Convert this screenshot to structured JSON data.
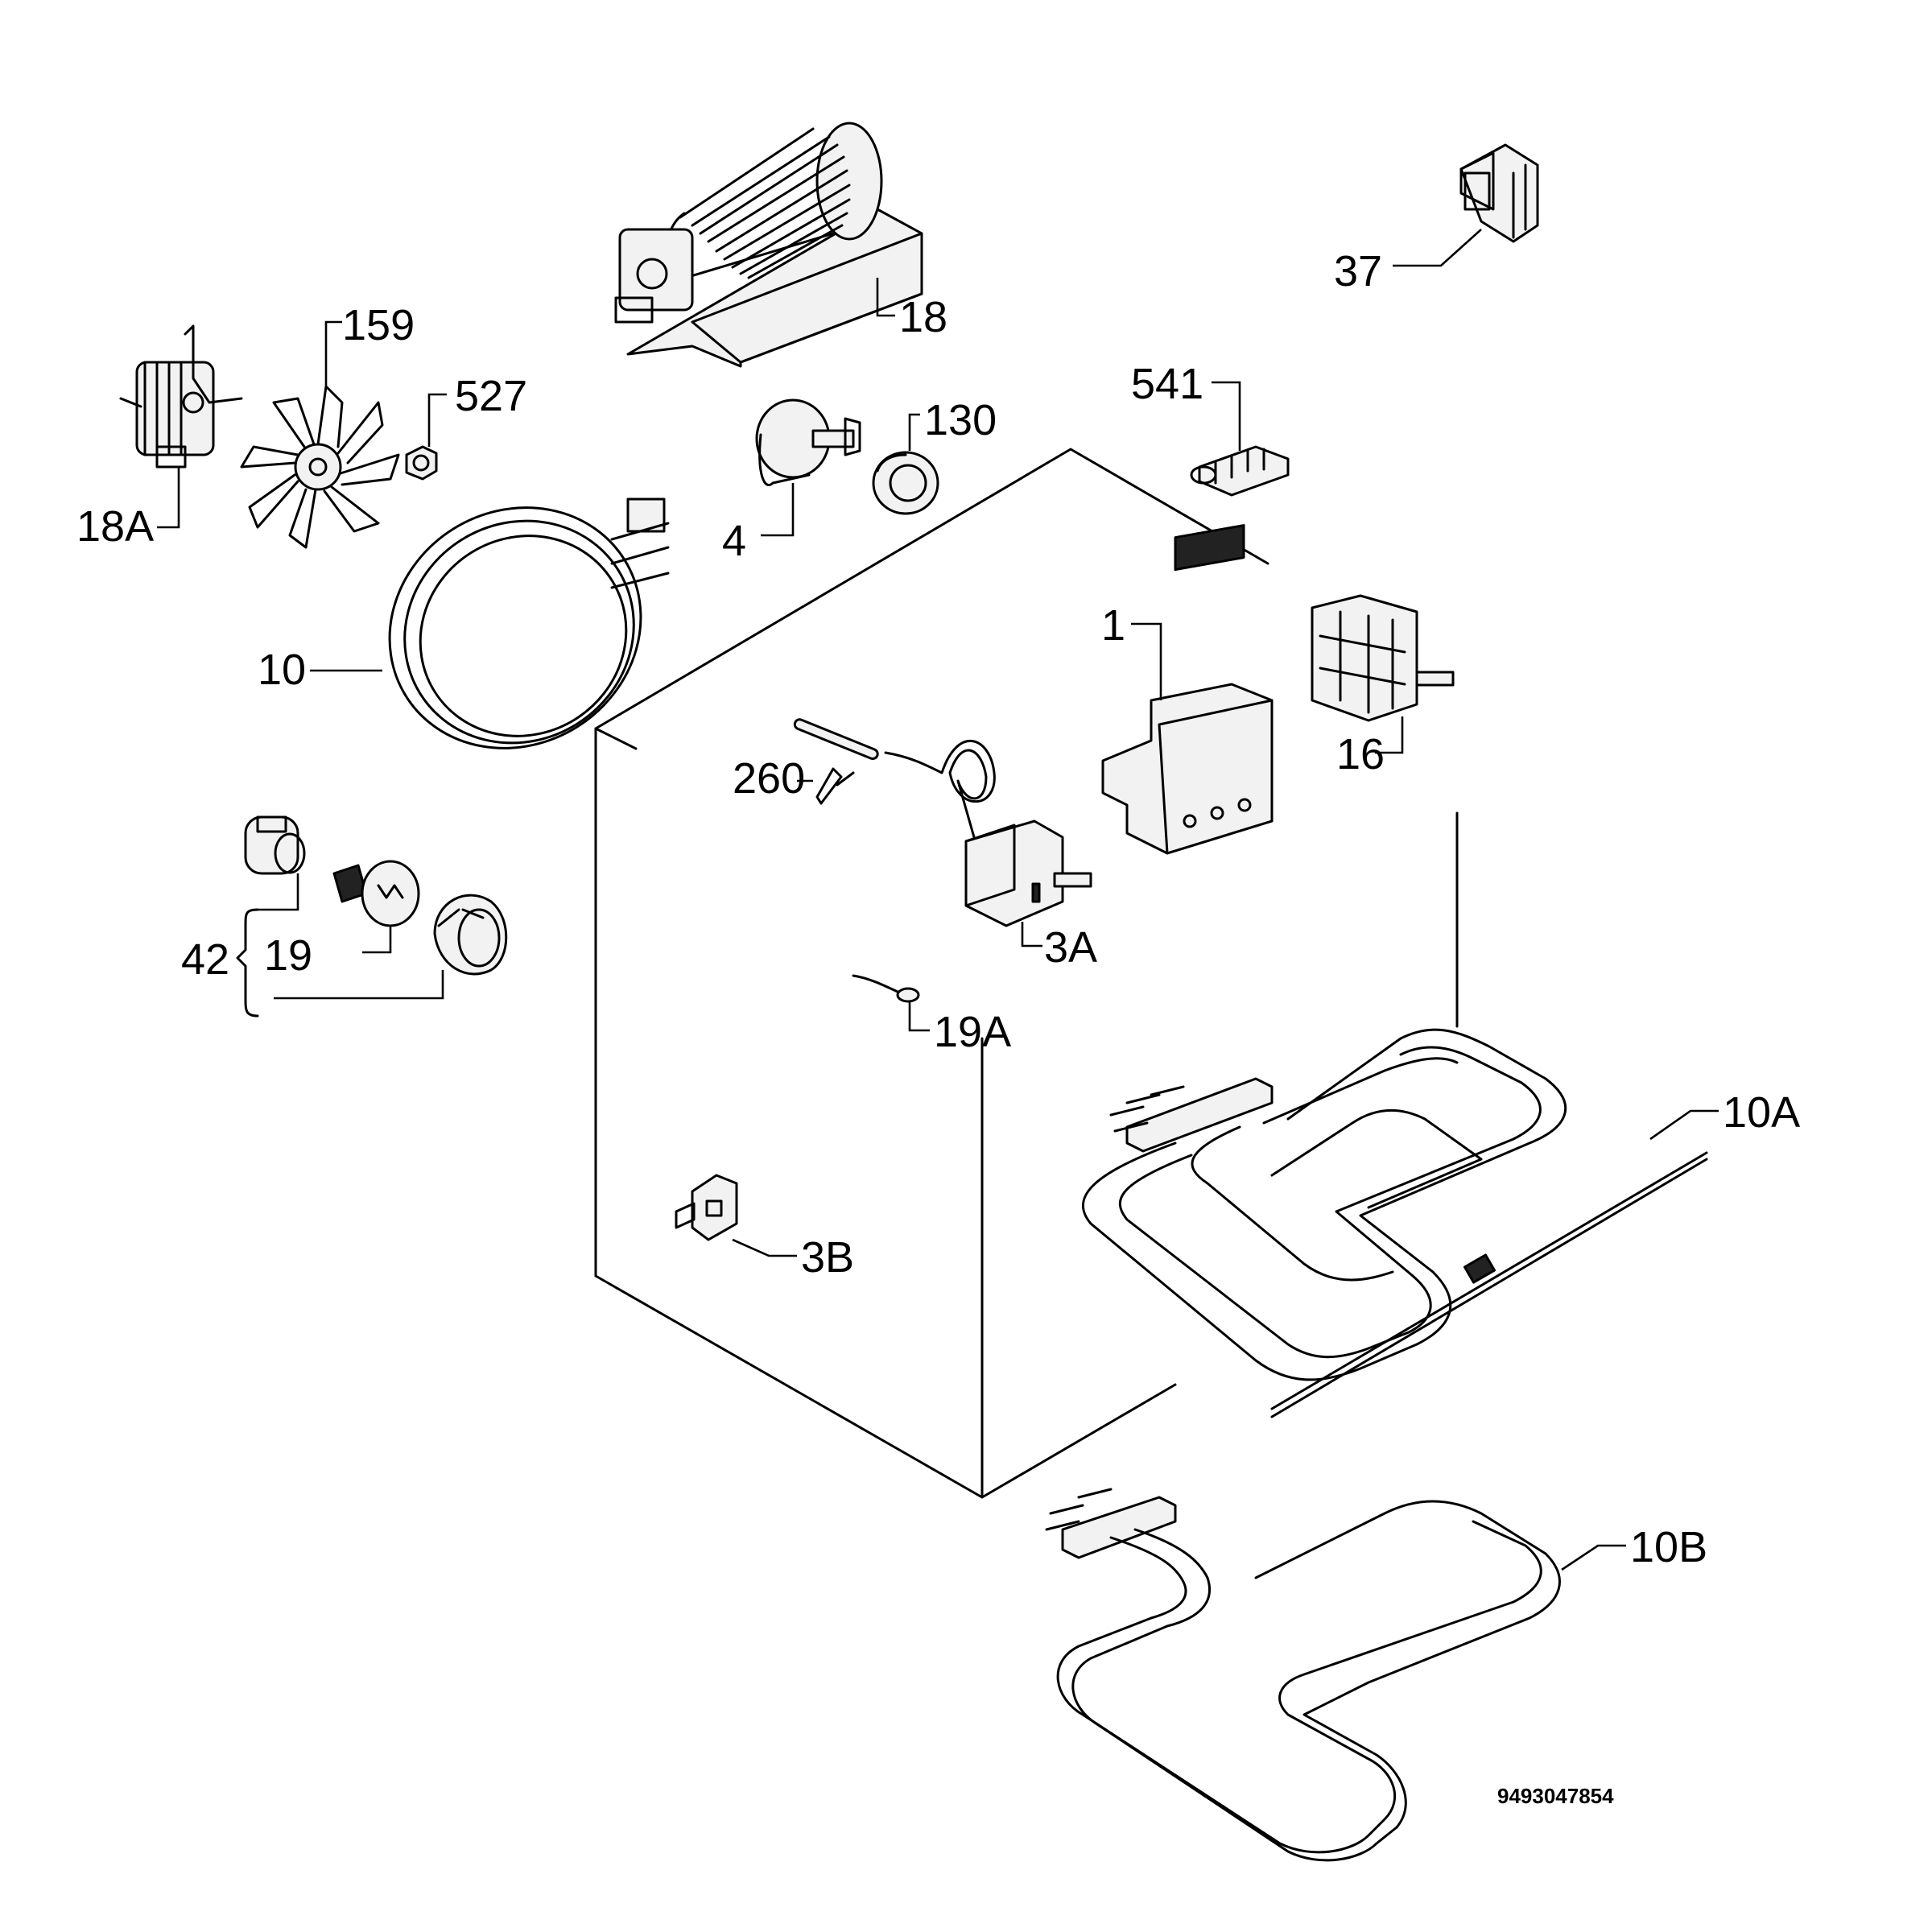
{
  "labels": {
    "l18": "18",
    "l37": "37",
    "l159": "159",
    "l527": "527",
    "l18a": "18A",
    "l130": "130",
    "l4": "4",
    "l541": "541",
    "l10": "10",
    "l1": "1",
    "l16": "16",
    "l260": "260",
    "l3a": "3A",
    "l42": "42",
    "l19": "19",
    "l19a": "19A",
    "l10a": "10A",
    "l3b": "3B",
    "l10b": "10B"
  },
  "drawing_number": "9493047854"
}
